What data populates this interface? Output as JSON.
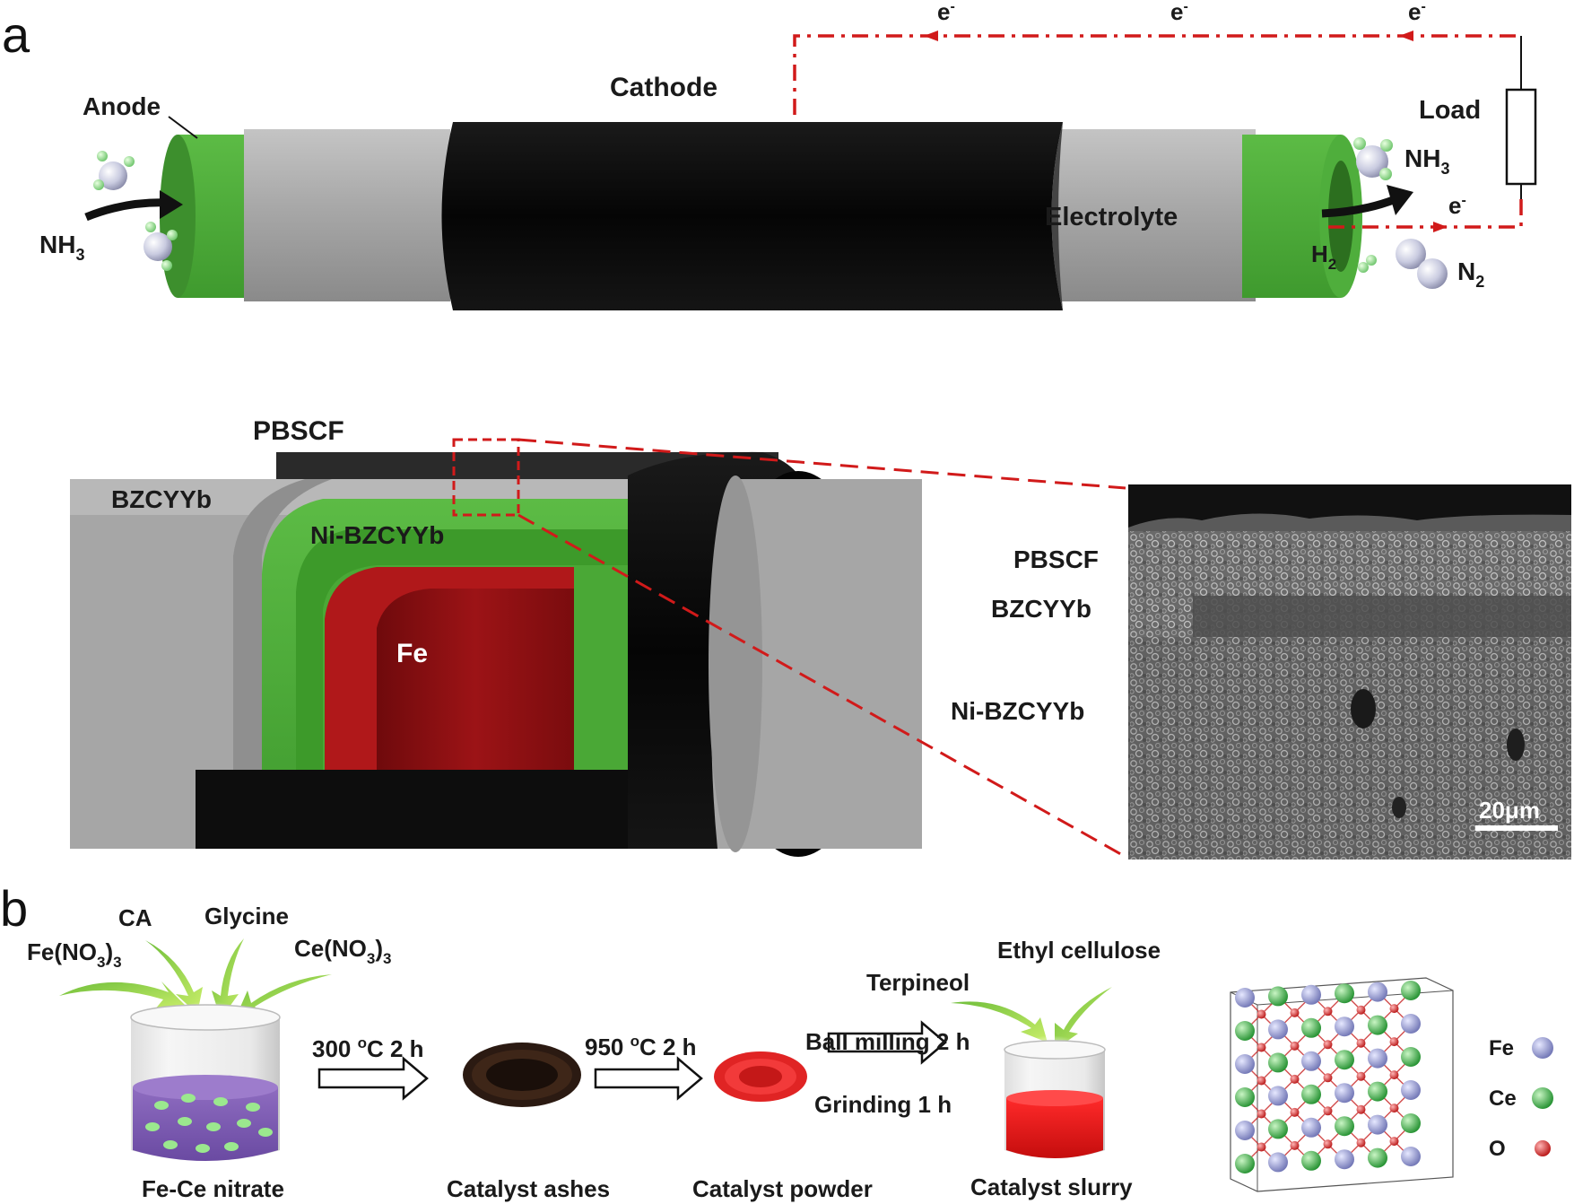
{
  "panel_a": {
    "letter": "a",
    "top": {
      "anode": "Anode",
      "cathode": "Cathode",
      "electrolyte": "Electrolyte",
      "load": "Load",
      "nh3_in": {
        "base": "NH",
        "sub": "3"
      },
      "nh3_out": {
        "base": "NH",
        "sub": "3"
      },
      "h2": {
        "base": "H",
        "sub": "2"
      },
      "n2": {
        "base": "N",
        "sub": "2"
      },
      "electron": {
        "base": "e",
        "sup": "-"
      }
    },
    "cutaway": {
      "pbscf": "PBSCF",
      "bzcyyb": "BZCYYb",
      "ni_bzcyyb": "Ni-BZCYYb",
      "fe": "Fe"
    },
    "sem": {
      "pbscf": "PBSCF",
      "bzcyyb": "BZCYYb",
      "ni_bzcyyb": "Ni-BZCYYb",
      "scale_bar": "20μm"
    }
  },
  "panel_b": {
    "letter": "b",
    "reagents": {
      "fe_nitrate": {
        "a": "Fe(NO",
        "b": "3",
        "c": ")",
        "d": "3"
      },
      "ca": "CA",
      "glycine": "Glycine",
      "ce_nitrate": {
        "a": "Ce(NO",
        "b": "3",
        "c": ")",
        "d": "3"
      }
    },
    "steps": {
      "step1": {
        "a": "300 ",
        "sup": "o",
        "b": "C 2 h"
      },
      "step2": {
        "a": "950 ",
        "sup": "o",
        "b": "C 2 h"
      },
      "step3_top": "Ball milling 2 h",
      "step3_bottom": "Grinding 1 h"
    },
    "stages": {
      "nitrate": "Fe-Ce nitrate",
      "ashes": "Catalyst ashes",
      "powder": "Catalyst powder",
      "slurry": "Catalyst slurry"
    },
    "slurry_additives": {
      "terpineol": "Terpineol",
      "ethyl_cellulose": "Ethyl cellulose"
    },
    "legend": [
      {
        "label": "Fe",
        "color": "#8a8fc8"
      },
      {
        "label": "Ce",
        "color": "#3cb34a"
      },
      {
        "label": "O",
        "color": "#d8282a"
      }
    ]
  },
  "colors": {
    "anode_green": "#4fae3c",
    "cathode_black": "#0d0d0d",
    "electrolyte_grey": "#9a9a9a",
    "fe_red": "#8e1214",
    "electron_path_red": "#d11a1a"
  }
}
